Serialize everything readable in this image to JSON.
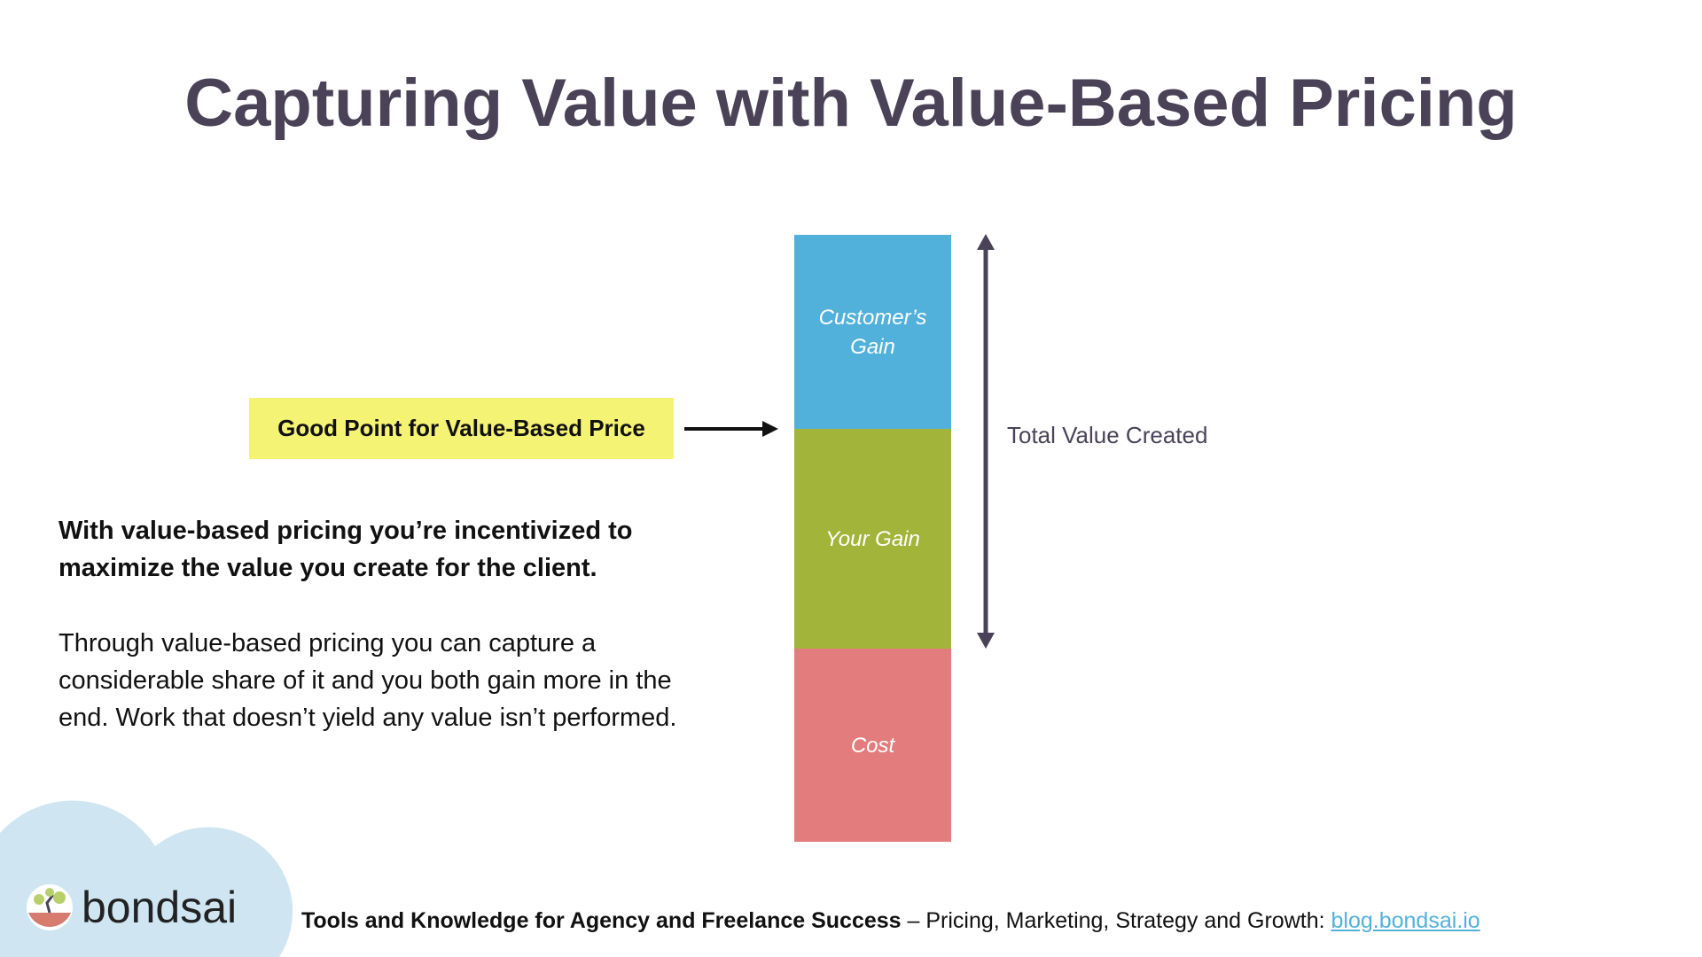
{
  "title": "Capturing Value with Value-Based Pricing",
  "diagram": {
    "segments": [
      {
        "label": "Customer’s Gain",
        "color": "#52b1da"
      },
      {
        "label": "Your Gain",
        "color": "#a2b43a"
      },
      {
        "label": "Cost",
        "color": "#e37d7d"
      }
    ],
    "highlight": "Good Point for Value-Based Price",
    "total_label": "Total Value Created"
  },
  "body": {
    "bold_text": "With value-based pricing you’re incentivized to maximize the value you create for the client.",
    "text": "Through value-based pricing you can capture a considerable share of it and you both gain more in the end. Work that doesn’t yield any value isn’t performed."
  },
  "footer": {
    "bold": "Tools and Knowledge for Agency and Freelance Success",
    "rest": " – Pricing, Marketing, Strategy and Growth: ",
    "link": "blog.bondsai.io"
  },
  "logo": {
    "text": "bondsai"
  }
}
